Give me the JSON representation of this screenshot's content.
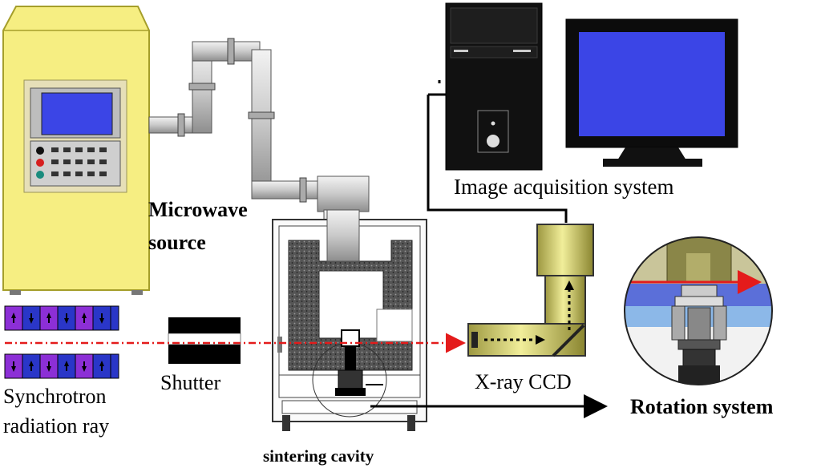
{
  "labels": {
    "microwave_line1": "Microwave",
    "microwave_line2": "source",
    "image_acquisition": "Image acquisition system",
    "xray_ccd": "X-ray CCD",
    "shutter": "Shutter",
    "synchrotron_line1": "Synchrotron",
    "synchrotron_line2": "radiation ray",
    "sintering_cavity": "sintering cavity",
    "rotation_system": "Rotation system"
  },
  "icons": {
    "microwave_source": "microwave-generator-cabinet-icon",
    "waveguide": "waveguide-pipe-icon",
    "computer": "computer-tower-icon",
    "monitor": "monitor-icon",
    "ccd_camera": "xray-ccd-camera-icon",
    "shutter": "shutter-icon",
    "undulator": "undulator-magnet-array-icon",
    "cavity": "sintering-cavity-icon",
    "rotation": "rotation-stage-icon"
  },
  "colors": {
    "cabinet": "#f6ee82",
    "screen": "#3b45e6",
    "beam": "#e41b1b",
    "magnet_purple": "#8c2fd6",
    "magnet_blue": "#2a36c8",
    "ccd_yellow": "#d8d36a"
  }
}
